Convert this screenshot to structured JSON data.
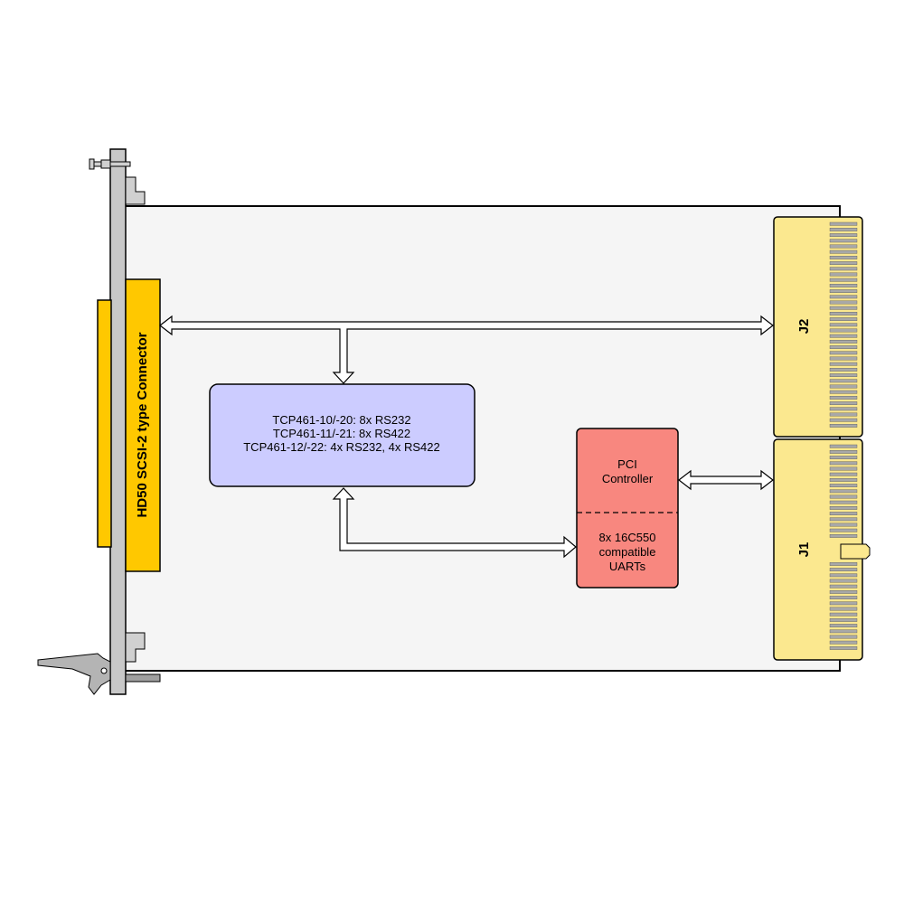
{
  "labels": {
    "front_connector": "HD50 SCSI-2 type Connector",
    "variants_line1": "TCP461-10/-20: 8x RS232",
    "variants_line2": "TCP461-11/-21: 8x RS422",
    "variants_line3": "TCP461-12/-22: 4x RS232, 4x RS422",
    "pci_line1": "PCI",
    "pci_line2": "Controller",
    "uart_line1": "8x 16C550",
    "uart_line2": "compatible",
    "uart_line3": "UARTs",
    "j2": "J2",
    "j1": "J1"
  },
  "colors": {
    "board_fill": "#f5f5f5",
    "front_panel": "#c8c8c8",
    "connector_orange": "#ffc800",
    "variants_box": "#ccccff",
    "pci_box": "#f8877f",
    "backplane_connector": "#fbe88f"
  }
}
